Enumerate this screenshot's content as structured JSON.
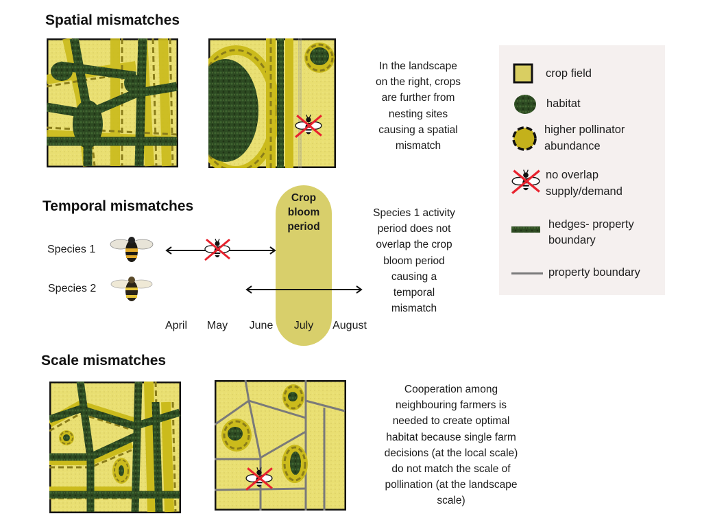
{
  "sections": {
    "spatial": {
      "title": "Spatial mismatches",
      "description": [
        "In the landscape",
        "on the right, crops",
        "are further from",
        "nesting sites",
        "causing a spatial",
        "mismatch"
      ]
    },
    "temporal": {
      "title": "Temporal mismatches",
      "species": [
        "Species 1",
        "Species 2"
      ],
      "months": [
        "April",
        "May",
        "June",
        "July",
        "August"
      ],
      "bloom_label": [
        "Crop",
        "bloom",
        "period"
      ],
      "description": [
        "Species 1 activity",
        "period does not",
        "overlap the crop",
        "bloom period",
        "causing a",
        "temporal",
        "mismatch"
      ]
    },
    "scale": {
      "title": "Scale mismatches",
      "description": [
        "Cooperation among",
        "neighbouring farmers is",
        "needed to create optimal",
        "habitat because single farm",
        "decisions (at the local scale)",
        "do not match the scale of",
        "pollination (at the landscape",
        "scale)"
      ]
    }
  },
  "legend": {
    "items": [
      {
        "icon": "crop-field-icon",
        "label": [
          "crop field"
        ]
      },
      {
        "icon": "habitat-icon",
        "label": [
          "habitat"
        ]
      },
      {
        "icon": "pollinator-abundance-icon",
        "label": [
          "higher pollinator",
          "abundance"
        ]
      },
      {
        "icon": "no-overlap-bee-icon",
        "label": [
          "no overlap",
          "supply/demand"
        ]
      },
      {
        "icon": "hedge-icon",
        "label": [
          "hedges- property",
          "boundary"
        ]
      },
      {
        "icon": "property-boundary-icon",
        "label": [
          "property boundary"
        ]
      }
    ]
  },
  "colors": {
    "crop": "#e8de70",
    "band": "#cbbb1c",
    "hedge": "#2e4a1e",
    "cross": "#e8222e",
    "boundary": "#7a7a7a",
    "legend_bg": "#f5f0ef"
  }
}
